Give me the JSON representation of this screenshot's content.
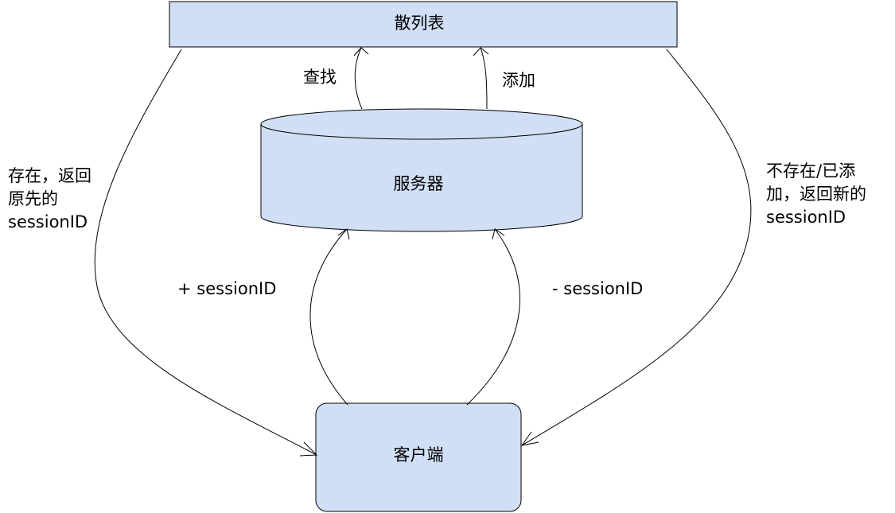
{
  "nodes": {
    "hash_table": "散列表",
    "server": "服务器",
    "client": "客户端"
  },
  "edges": {
    "lookup": "查找",
    "add": "添加",
    "plus_session": "+ sessionID",
    "minus_session": "- sessionID",
    "exists_return": [
      "存在，返回",
      "原先的",
      "sessionID"
    ],
    "not_exists_return": [
      "不存在/已添",
      "加，返回新的",
      "sessionID"
    ]
  },
  "colors": {
    "node_fill": "#d0dff5",
    "stroke": "#000000"
  }
}
